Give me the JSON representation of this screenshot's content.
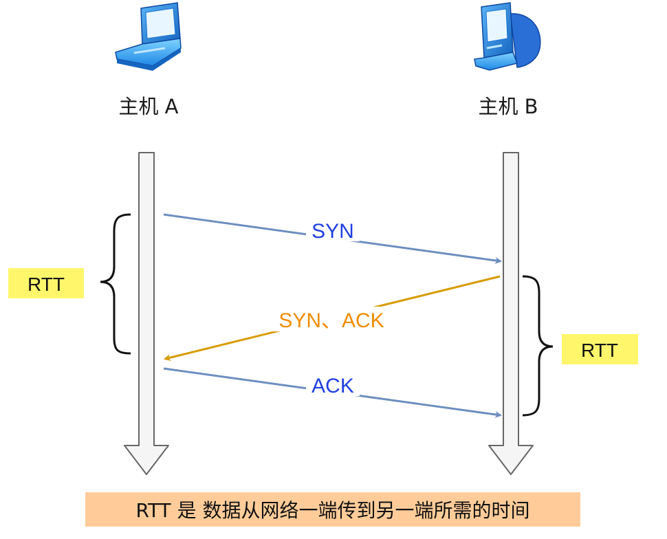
{
  "hosts": {
    "a": {
      "label": "主机 A",
      "icon": "laptop-icon"
    },
    "b": {
      "label": "主机 B",
      "icon": "desktop-computer-icon"
    }
  },
  "messages": [
    {
      "label": "SYN",
      "direction": "A-to-B",
      "color": "#6c8ebf",
      "label_color": "#1f3fe0"
    },
    {
      "label": "SYN、ACK",
      "direction": "B-to-A",
      "color": "#d79b00",
      "label_color": "#f08c00"
    },
    {
      "label": "ACK",
      "direction": "A-to-B",
      "color": "#6c8ebf",
      "label_color": "#1f3fe0"
    }
  ],
  "rtt": {
    "left": {
      "label": "RTT"
    },
    "right": {
      "label": "RTT"
    },
    "badge_color": "#fff66b"
  },
  "caption": {
    "text": "RTT 是 数据从网络一端传到另一端所需的时间",
    "background": "#ffcc99"
  },
  "colors": {
    "timeline_fill": "#f5f5f5",
    "timeline_stroke": "#666666"
  }
}
